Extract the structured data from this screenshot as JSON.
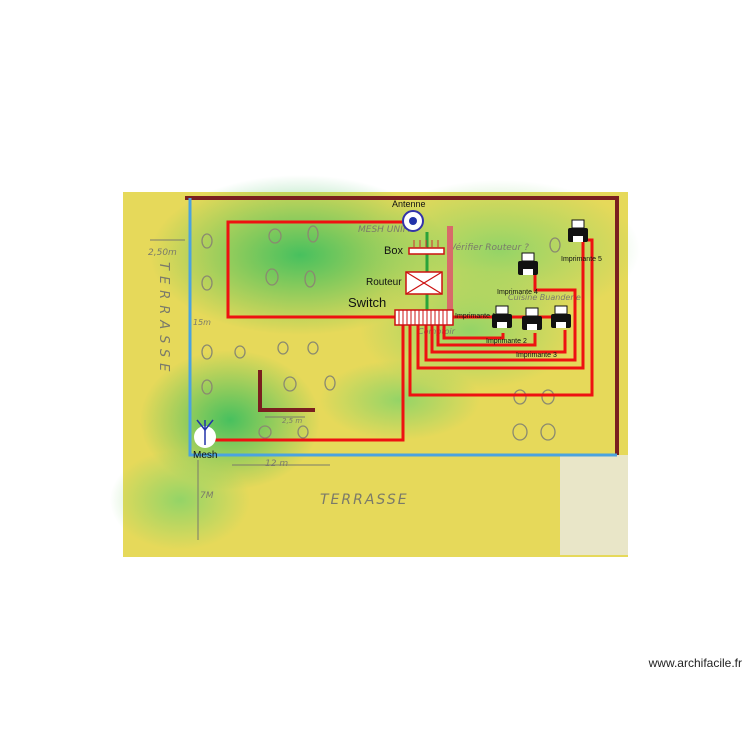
{
  "labels": {
    "antenne": "Antenne",
    "box": "Box",
    "routeur": "Routeur",
    "switch": "Switch",
    "mesh": "Mesh",
    "imprimante_1": "Imprimante 1",
    "imprimante_2": "Imprimante 2",
    "imprimante_3": "Imprimante 3",
    "imprimante_4": "Imprimante 4",
    "imprimante_5": "Imprimante 5"
  },
  "handwriting": {
    "terrasse_left": "TERRASSE",
    "terrasse_bottom": "TERRASSE",
    "dim_top_left": "2,50m",
    "dim_left": "15m",
    "dim_bottom": "12 m",
    "dim_down": "7M",
    "dim_small": "2,5 m",
    "mesh_note": "MESH UNIFI",
    "verif_note": "Vérifier Routeur ?",
    "cuisine_note": "Cuisine Buanderie",
    "comptoir_note": "Comptoir"
  },
  "colors": {
    "cable": "#ee1111",
    "wall_dark": "#7a1f1f",
    "wall_blue": "#4aa3df",
    "floor_yellow": "#e6d95a",
    "wifi_green": "#59c46a"
  },
  "watermark": "www.archifacile.fr"
}
